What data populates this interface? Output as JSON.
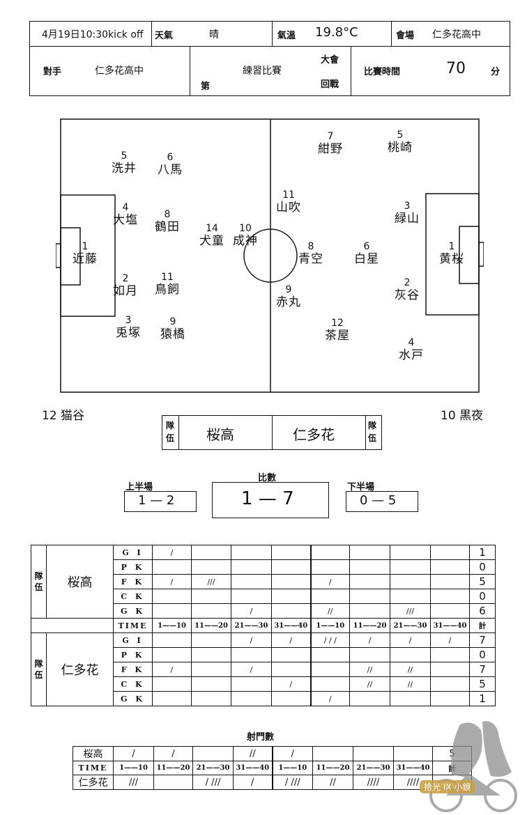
{
  "header": {
    "kickoff": "4月19日10:30kick off",
    "weather_label": "天氣",
    "weather_value": "晴",
    "temp_label": "氣溫",
    "temp_value": "19.8°C",
    "venue_label": "會場",
    "venue_value": "仁多花高中",
    "opponent_label": "對手",
    "opponent_value": "仁多花高中",
    "match_type": "練習比賽",
    "round_prefix": "第",
    "round_top": "大會",
    "round_bottom": "回戰",
    "duration_label": "比賽時間",
    "duration_value": "70",
    "duration_unit": "分"
  },
  "left_team": {
    "players": [
      {
        "num": "5",
        "name": "洗井"
      },
      {
        "num": "6",
        "name": "八馬"
      },
      {
        "num": "4",
        "name": "大塩"
      },
      {
        "num": "8",
        "name": "鶴田"
      },
      {
        "num": "14",
        "name": "犬童"
      },
      {
        "num": "10",
        "name": "成神"
      },
      {
        "num": "1",
        "name": "近藤"
      },
      {
        "num": "2",
        "name": "如月"
      },
      {
        "num": "11",
        "name": "鳥飼"
      },
      {
        "num": "3",
        "name": "兎塚"
      },
      {
        "num": "9",
        "name": "猿橋"
      }
    ],
    "sub": "12 猫谷"
  },
  "right_team": {
    "players": [
      {
        "num": "7",
        "name": "紺野"
      },
      {
        "num": "5",
        "name": "桃崎"
      },
      {
        "num": "11",
        "name": "山吹"
      },
      {
        "num": "3",
        "name": "緑山"
      },
      {
        "num": "8",
        "name": "青空"
      },
      {
        "num": "6",
        "name": "白星"
      },
      {
        "num": "1",
        "name": "黄桜"
      },
      {
        "num": "9",
        "name": "赤丸"
      },
      {
        "num": "2",
        "name": "灰谷"
      },
      {
        "num": "12",
        "name": "茶屋"
      },
      {
        "num": "4",
        "name": "水戸"
      }
    ],
    "sub": "10 黒夜"
  },
  "teams_bar": {
    "side_label": "隊伍",
    "home": "桜高",
    "away": "仁多花"
  },
  "score": {
    "first_half_label": "上半場",
    "first_half": "1 — 2",
    "total_label": "比數",
    "total": "1 — 7",
    "second_half_label": "下半場",
    "second_half": "0 — 5"
  },
  "stats": {
    "team_label": "隊伍",
    "time_label": "TIME",
    "total_label": "計",
    "time_slots": [
      "1——10",
      "11——20",
      "21——30",
      "31——40",
      "1——10",
      "11——20",
      "21——30",
      "31——40"
    ],
    "home": {
      "name": "桜高",
      "rows": [
        {
          "cat": "G I",
          "cells": [
            "/",
            "",
            "",
            "",
            "",
            "",
            "",
            ""
          ],
          "total": "1"
        },
        {
          "cat": "P K",
          "cells": [
            "",
            "",
            "",
            "",
            "",
            "",
            "",
            ""
          ],
          "total": "0"
        },
        {
          "cat": "F K",
          "cells": [
            "/",
            "///",
            "",
            "",
            "/",
            "",
            "",
            ""
          ],
          "total": "5"
        },
        {
          "cat": "C K",
          "cells": [
            "",
            "",
            "",
            "",
            "",
            "",
            "",
            ""
          ],
          "total": "0"
        },
        {
          "cat": "G K",
          "cells": [
            "",
            "",
            "/",
            "",
            "//",
            "",
            "///",
            ""
          ],
          "total": "6"
        }
      ]
    },
    "away": {
      "name": "仁多花",
      "rows": [
        {
          "cat": "G I",
          "cells": [
            "",
            "",
            "/",
            "/",
            "/ / /",
            "/",
            "/",
            "/"
          ],
          "total": "7"
        },
        {
          "cat": "P K",
          "cells": [
            "",
            "",
            "",
            "",
            "",
            "",
            "",
            ""
          ],
          "total": "0"
        },
        {
          "cat": "F K",
          "cells": [
            "/",
            "",
            "/",
            "",
            "",
            "//",
            "//",
            ""
          ],
          "total": "7"
        },
        {
          "cat": "C K",
          "cells": [
            "",
            "",
            "",
            "/",
            "",
            "//",
            "//",
            ""
          ],
          "total": "5"
        },
        {
          "cat": "G K",
          "cells": [
            "",
            "",
            "",
            "",
            "/",
            "",
            "",
            ""
          ],
          "total": "1"
        }
      ]
    }
  },
  "shots": {
    "title": "射門數",
    "time_label": "TIME",
    "total_label": "計",
    "time_slots": [
      "1——10",
      "11——20",
      "21——30",
      "31——40",
      "1——10",
      "11——20",
      "21——30",
      "31——40"
    ],
    "home": {
      "name": "桜高",
      "cells": [
        "/",
        "/",
        "",
        "//",
        "/",
        "",
        "",
        ""
      ],
      "total": "5"
    },
    "away": {
      "name": "仁多花",
      "cells": [
        "///",
        "",
        "/ ///",
        "/",
        "/ ///",
        "//",
        "////",
        "////"
      ],
      "total": ""
    }
  },
  "watermark": "拾光 IX 小鏡"
}
